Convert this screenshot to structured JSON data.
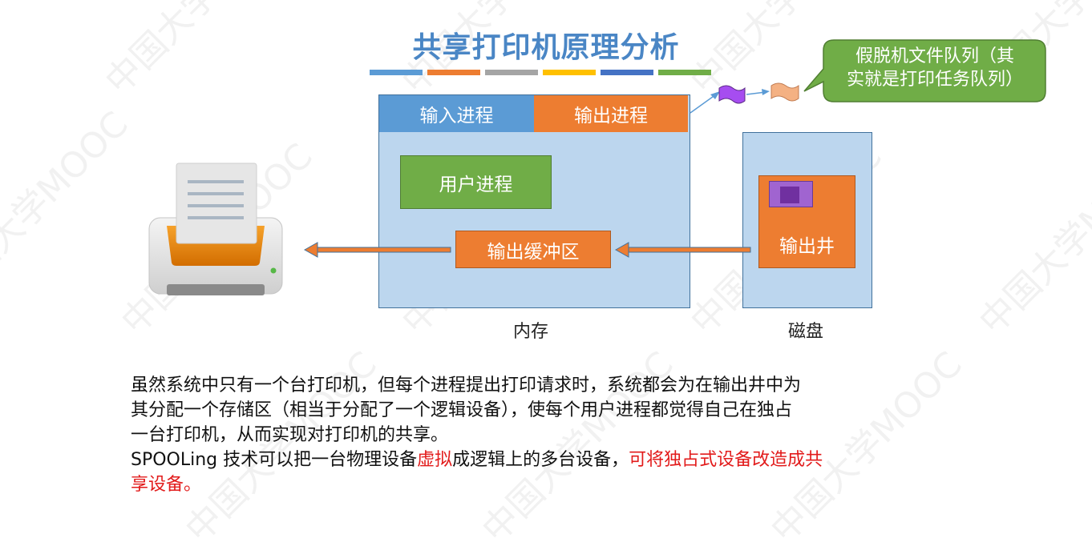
{
  "title": "共享打印机原理分析",
  "title_bar_colors": [
    "#5b9bd5",
    "#ed7d31",
    "#a5a5a5",
    "#ffc000",
    "#4472c4",
    "#70ad47"
  ],
  "callout": {
    "line1": "假脱机文件队列（其",
    "line2": "实就是打印任务队列）"
  },
  "memory": {
    "label": "内存",
    "input_process": "输入进程",
    "output_process": "输出进程",
    "user_process": "用户进程",
    "output_buffer": "输出缓冲区"
  },
  "disk": {
    "label": "磁盘",
    "output_well": "输出井"
  },
  "paragraph": {
    "line1": "虽然系统中只有一个台打印机，但每个进程提出打印请求时，系统都会为在输出井中为",
    "line2": "其分配一个存储区（相当于分配了一个逻辑设备），使每个用户进程都觉得自己在独占",
    "line3": "一台打印机，从而实现对打印机的共享。",
    "line4_a": "SPOOLing 技术可以把一台物理设备",
    "line4_b": "虚拟",
    "line4_c": "成逻辑上的多台设备，",
    "line4_d": "可将独占式设备改造成共",
    "line5": "享设备。"
  },
  "watermark": "中国大学MOOC",
  "colors": {
    "accent_red": "#e21b1b",
    "orange": "#ed7d31",
    "green": "#70ad47",
    "blue": "#5b9bd5"
  }
}
